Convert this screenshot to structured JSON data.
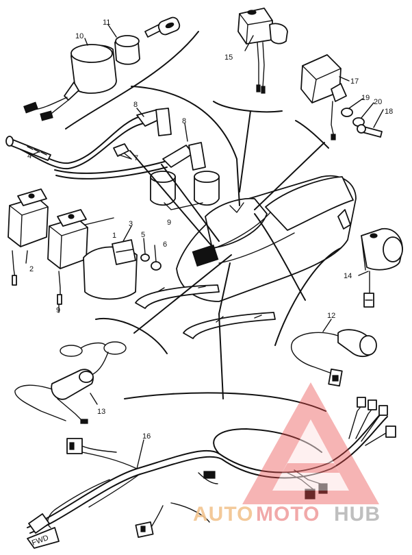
{
  "callouts": {
    "c1": "1",
    "c2": "2",
    "c3": "3",
    "c4": "4",
    "c5": "5",
    "c6": "6",
    "c7": "7",
    "c8a": "8",
    "c8b": "8",
    "c9a": "9",
    "c9b": "9",
    "c10": "10",
    "c11": "11",
    "c12": "12",
    "c13": "13",
    "c14": "14",
    "c15": "15",
    "c16": "16",
    "c17": "17",
    "c18": "18",
    "c19": "19",
    "c20": "20"
  },
  "watermark": {
    "part1": "AUTO",
    "part2": "MOTO",
    "part3": "HUB",
    "color_auto": "#f2c48f",
    "color_moto": "#f0a0a0",
    "color_hub": "#b9b9b9",
    "color_logo": "#e94a4a"
  },
  "connector_tag": "FWD"
}
